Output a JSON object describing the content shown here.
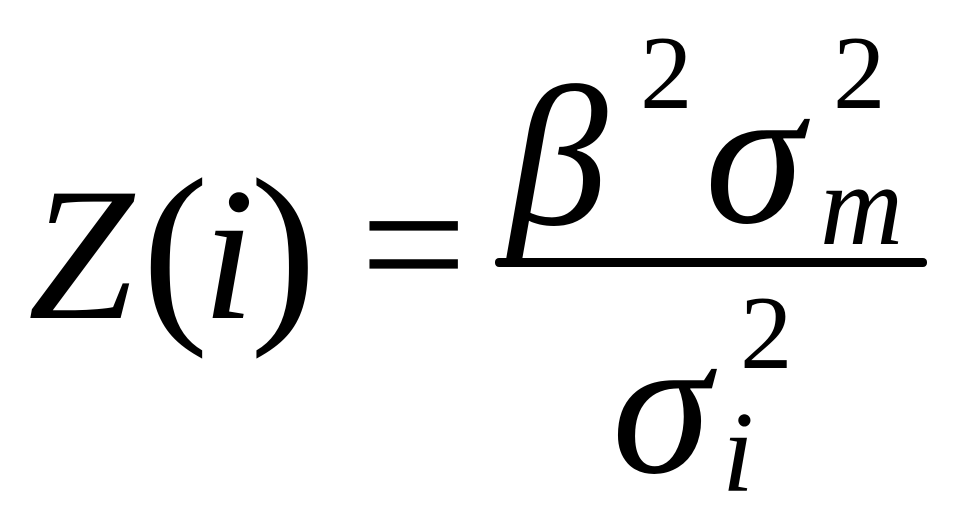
{
  "equation": {
    "lhs": {
      "function_name": "Z",
      "open_paren": "(",
      "argument": "i",
      "close_paren": ")"
    },
    "equals": "=",
    "numerator": {
      "symbol_1": "β",
      "exponent_1": "2",
      "symbol_2": "σ",
      "exponent_2": "2",
      "subscript_2": "m"
    },
    "denominator": {
      "symbol": "σ",
      "exponent": "2",
      "subscript": "i"
    }
  }
}
